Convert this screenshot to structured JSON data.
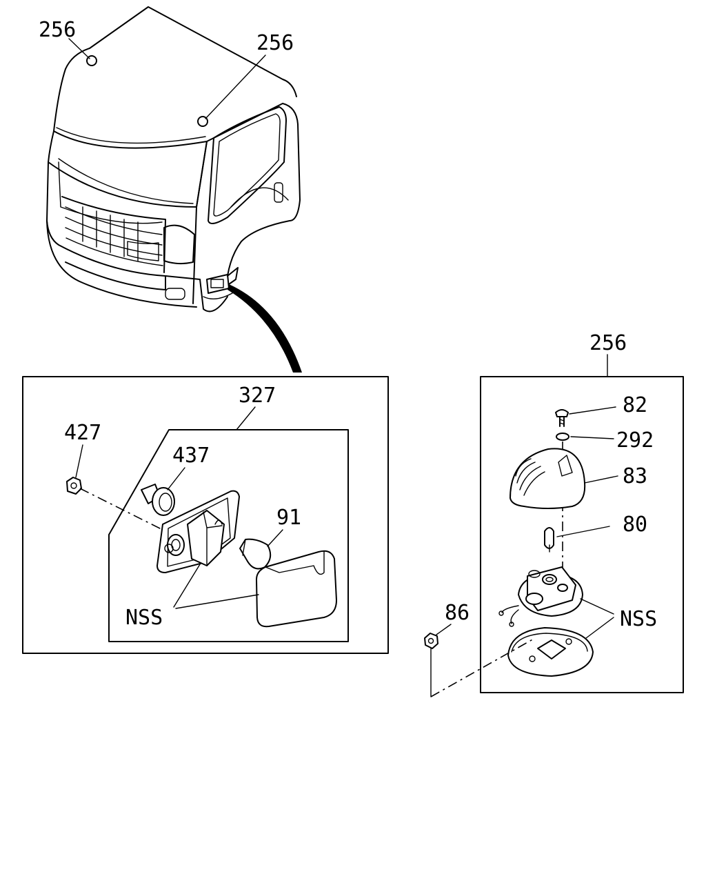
{
  "diagram": {
    "callouts": {
      "roof_lamp_left": "256",
      "roof_lamp_right": "256",
      "roof_lamp_assembly": "256",
      "side_lamp_assembly": "327",
      "nut_left": "427",
      "socket": "437",
      "bulb_side": "91",
      "nss_left": "NSS",
      "screw": "82",
      "washer": "292",
      "lens_dome": "83",
      "bulb_roof": "80",
      "nut_right": "86",
      "nss_right": "NSS"
    }
  }
}
